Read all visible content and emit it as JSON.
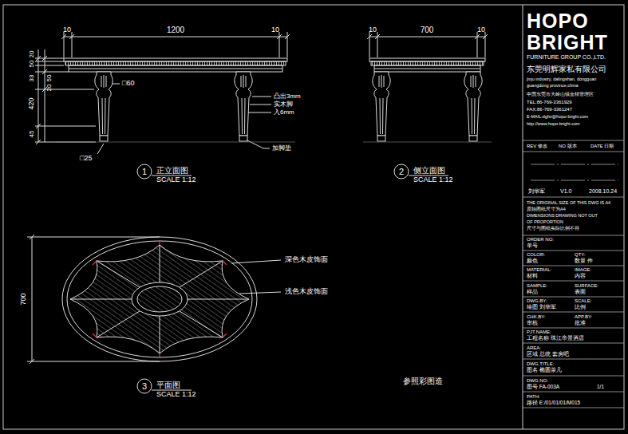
{
  "diagram": {
    "nodes": [
      {
        "text": [
          "1"
        ]
      },
      {
        "text": [
          "2"
        ]
      },
      {
        "text": [
          "3"
        ]
      }
    ],
    "labels": [
      "10",
      "1200",
      "10",
      "10",
      "700",
      "10",
      "20",
      "50",
      "33",
      "50",
      "20",
      "420",
      "45",
      "□60",
      "□25",
      "凸出3mm",
      "实木脚",
      "入6mm",
      "加脚垫",
      "正立面图",
      "SCALE 1:12",
      "侧立面图",
      "SCALE 1:12",
      "平面图",
      "SCALE 1:12",
      "700",
      "深色木皮饰面",
      "浅色木皮饰面",
      "参照彩图造",
      "HOPO",
      "BRIGHT",
      "FURNITURE GROUP CO.,LTD.",
      "东莞明辉家私有限公司",
      "jinju industry, dalingshan, dongguan",
      "guangdong province,china",
      "中国东莞市大岭山镇金桔管理区",
      "TEL:86-769-3361929",
      "FAX:86-769-3361247",
      "E-MAIL:dghz@hopo-bright.com",
      "http://www.hopo-bright.com",
      "REV 修改",
      "NO 版本",
      "DATE 日期",
      "刘华军",
      "V1.0",
      "2008.10.24",
      "THE ORIGINAL SIZE OF THIS DWG IS A4",
      "原始图纸尺寸为A4",
      "DIMENSIONS DRAWING NOT OUT",
      "OF PROPORTION",
      "尺寸与图纸实际比例不符",
      "ORDER NO:",
      "单号",
      "COLOR:",
      "QTY:",
      "颜色",
      "数量 件",
      "MATERIAL:",
      "IMAGE:",
      "材料",
      "内容",
      "SAMPLE:",
      "SURFACE:",
      "样品",
      "表面",
      "DWG.BY:",
      "SCALE:",
      "绘图 刘华军",
      "比例",
      "CHK.BY:",
      "APP.BY:",
      "审核",
      "批准",
      "PJT.NAME:",
      "工程名称 珠江帝景酒店",
      "AREA:",
      "区域 总统 套房吧",
      "DWG.TITLE:",
      "图名 椭圆茶几",
      "DWG.NO:",
      "图号 FA-003A",
      "1/1",
      "PATH:",
      "路径 E:/01/01/01/M015"
    ]
  }
}
